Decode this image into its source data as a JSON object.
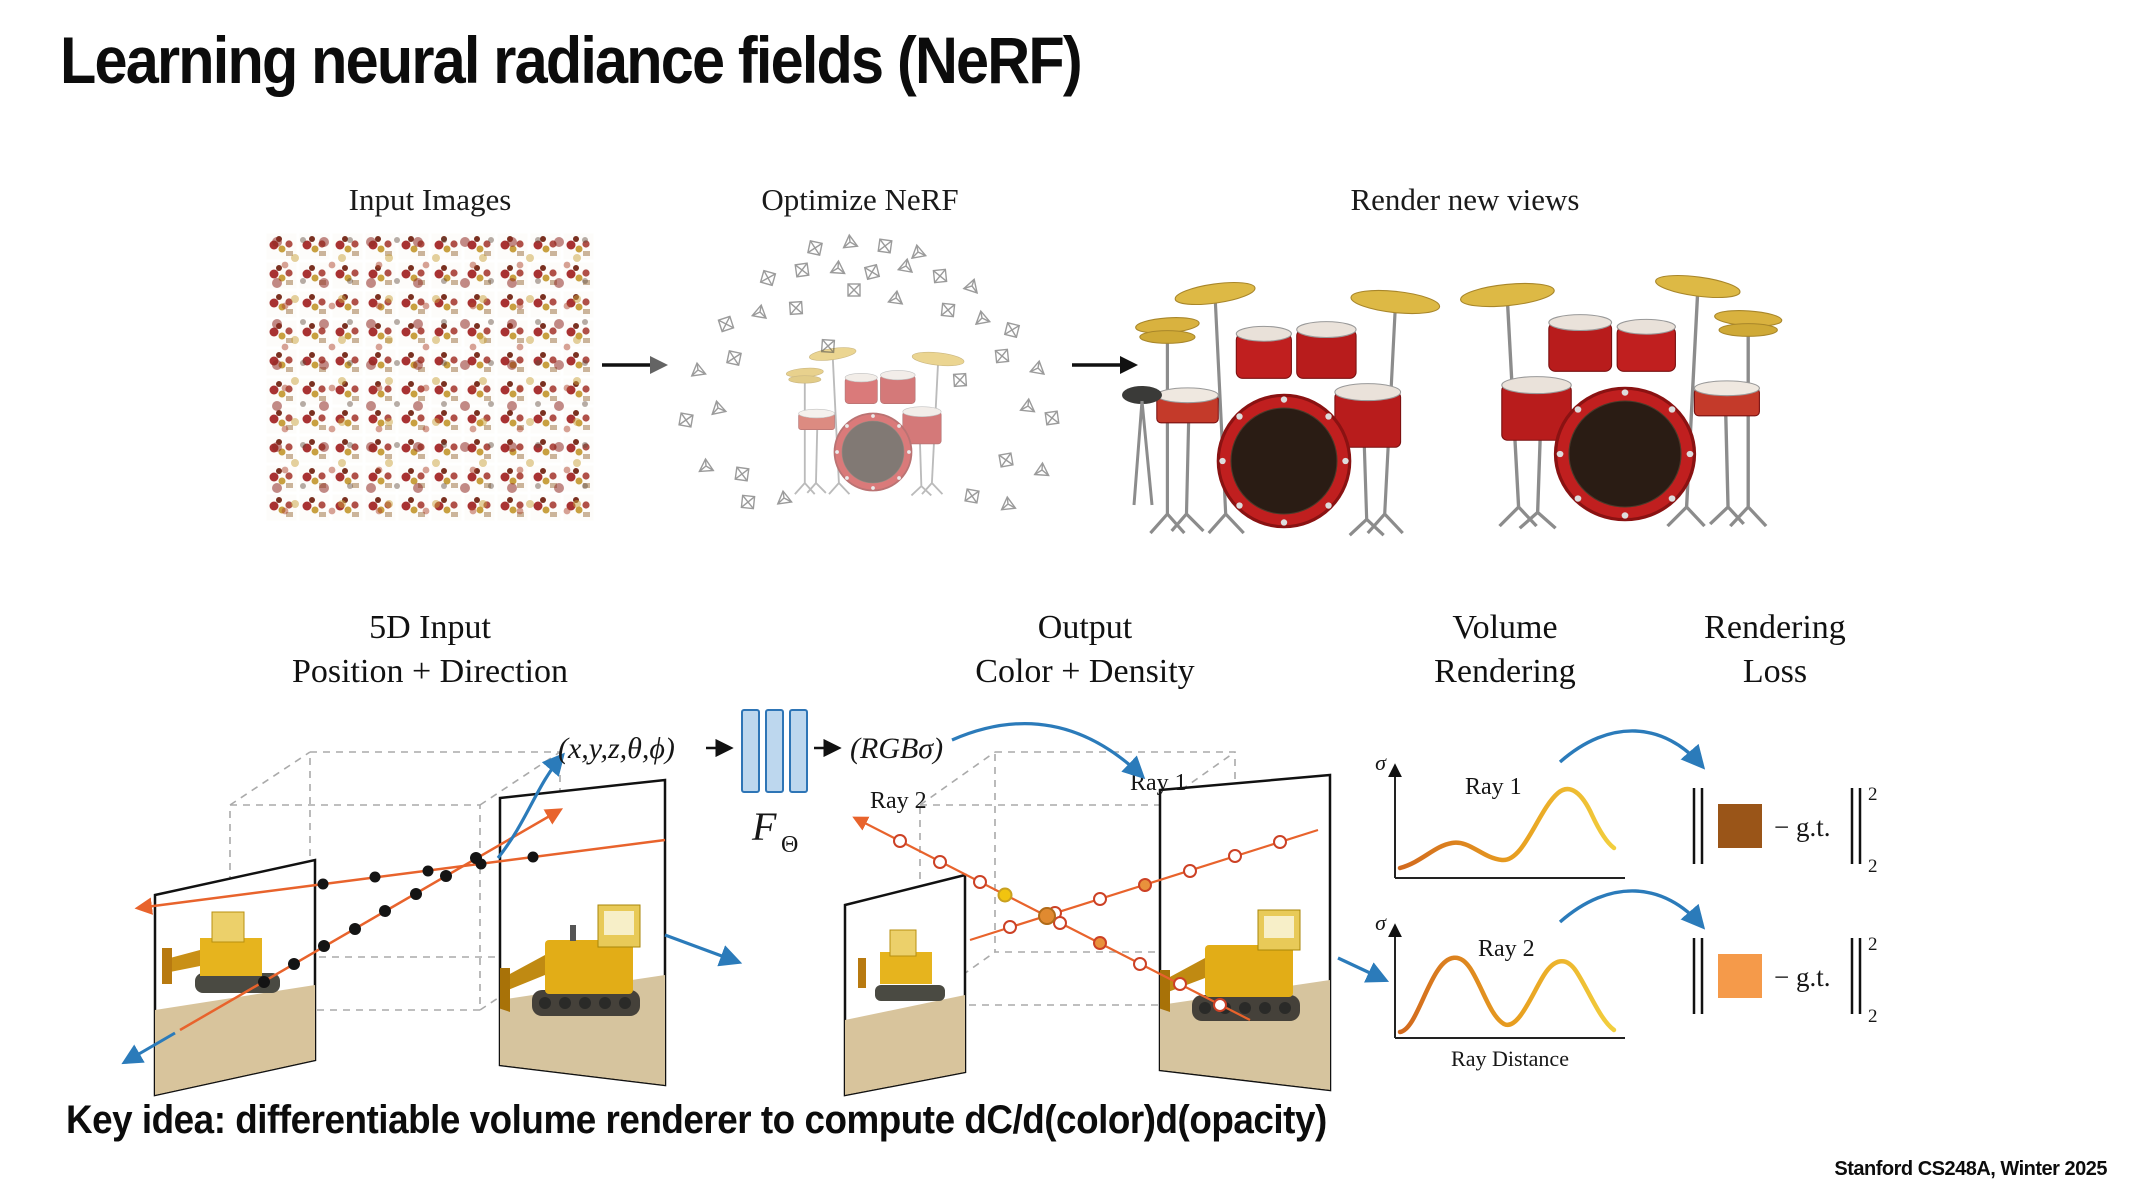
{
  "slide": {
    "title": "Learning neural radiance fields (NeRF)",
    "key_idea": "Key idea: differentiable volume renderer to compute dC/d(color)d(opacity)",
    "credit": "Stanford CS248A, Winter 2025"
  },
  "pipeline": {
    "input_images_label": "Input Images",
    "optimize_nerf_label": "Optimize NeRF",
    "render_new_views_label": "Render new views"
  },
  "method": {
    "input_heading": [
      "5D Input",
      "Position + Direction"
    ],
    "output_heading": [
      "Output",
      "Color + Density"
    ],
    "volume_heading": [
      "Volume",
      "Rendering"
    ],
    "loss_heading": [
      "Rendering",
      "Loss"
    ],
    "coords_5d": "(x,y,z,θ,ϕ)",
    "mlp_f": "F",
    "mlp_theta": "Θ",
    "rgb_sigma": "(RGBσ)",
    "ray1": "Ray 1",
    "ray2": "Ray 2",
    "sigma": "σ",
    "ray_distance": "Ray Distance",
    "minus_gt": "− g.t.",
    "exp2": "2",
    "sub2": "2"
  },
  "colors": {
    "accent_blue": "#2b7bba",
    "ray_orange": "#e8632c",
    "mlp_fill": "#bdd7ee",
    "mlp_stroke": "#2e75b6",
    "loss_brown": "#9a5518",
    "loss_orange": "#f59a4a",
    "drum_red": "#c01f1f",
    "cymbal_gold": "#d9b23f"
  }
}
